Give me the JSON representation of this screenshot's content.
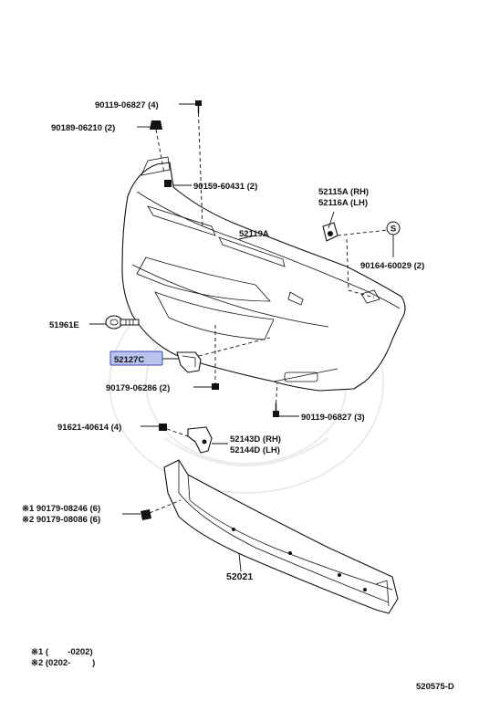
{
  "labels": {
    "p90119_06827_4": "90119-06827 (4)",
    "p90189_06210": "90189-06210 (2)",
    "p90159_60431": "90159-60431 (2)",
    "p52115A": "52115A (RH)",
    "p52116A": "52116A (LH)",
    "p52119A": "52119A",
    "s_symbol": "S",
    "p90164_60029": "90164-60029 (2)",
    "p51961E": "51961E",
    "p52127C": "52127C",
    "p90179_06286": "90179-06286 (2)",
    "p90119_06827_3": "90119-06827 (3)",
    "p91621_40614": "91621-40614 (4)",
    "p52143D": "52143D (RH)",
    "p52144D": "52144D (LH)",
    "p90179_08246": "※1 90179-08246 (6)",
    "p90179_08086": "※2 90179-08086 (6)",
    "p52021": "52021"
  },
  "notes": {
    "note1": "※1 (        -0202)",
    "note2": "※2 (0202-         )"
  },
  "footer": {
    "diagram_code": "520575-D"
  },
  "colors": {
    "highlight_fill": "#b9c3ee",
    "line": "#111111"
  }
}
